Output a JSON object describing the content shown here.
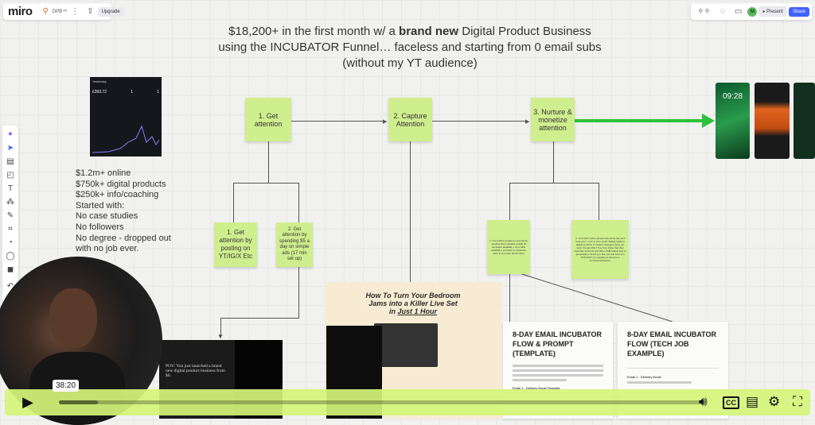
{
  "topbar": {
    "logo": "miro",
    "board_name": "DPB™",
    "upgrade": "Upgrade",
    "present": "Present",
    "share": "Share",
    "avatar": "M"
  },
  "headline": {
    "line1_pre": "$18,200+ in the first month w/ a ",
    "line1_bold": "brand new",
    "line1_post": " Digital Product Business",
    "line2": "using the INCUBATOR Funnel… faceless and starting from 0 email subs",
    "line3": "(without my YT audience)"
  },
  "dashboard": {
    "title": "Yesterday",
    "gross_volume": "£393.72",
    "payments": "1",
    "customers": "1"
  },
  "stats": [
    "$1.2m+ online",
    "$750k+ digital products",
    "$250k+ info/coaching",
    "Started with:",
    "No case studies",
    "No followers",
    "No degree - dropped out",
    "with no job ever."
  ],
  "stickies": {
    "s1": "1. Get attention",
    "s2": "2. Capture Attention",
    "s3": "3. Nurture & monetize attention",
    "s1a": "1. Get attention by posting on YT/IG/X Etc",
    "s1b": "2. Get attention by spending $5 a day on simple ads (17 min set up)",
    "s3a": "1. You nurture people on your list by sending them valuable emails (8 templates available + 12 emails available + prompts to customize them in less than 30-60 mins)",
    "s3b": "2. You ONLY sell to people who know, like and trust you! + Line in your email. Selling random digital products to random strangers does not work. People ONLY buy from those that they know like and trust and this is THE fastest way to get people to know you, like you and trust you WITHOUT you needing to become a YouTuber/influencer."
  },
  "phone": {
    "time": "09:28"
  },
  "landing": {
    "title1": "How To Turn Your Bedroom",
    "title2": "Jams into a Killer Live Set",
    "title3_pre": "in ",
    "title3_u": "Just 1 Hour"
  },
  "email_cards": [
    {
      "title": "8-DAY EMAIL INCUBATOR FLOW & PROMPT (TEMPLATE)",
      "sub": "Email 1 - Delivery Email Template"
    },
    {
      "title": "8-DAY EMAIL INCUBATOR FLOW (TECH JOB EXAMPLE)",
      "sub": "Email 1 - Delivery Email"
    }
  ],
  "post": {
    "text": "POV: You just launched a brand new digital product business from $0."
  },
  "player": {
    "time_tooltip": "38:20",
    "progress": 0.06,
    "accent": "#d4f57a"
  },
  "colors": {
    "sticky": "#cfee8e",
    "arrow_green": "#2ec13b",
    "share": "#4262ff"
  }
}
